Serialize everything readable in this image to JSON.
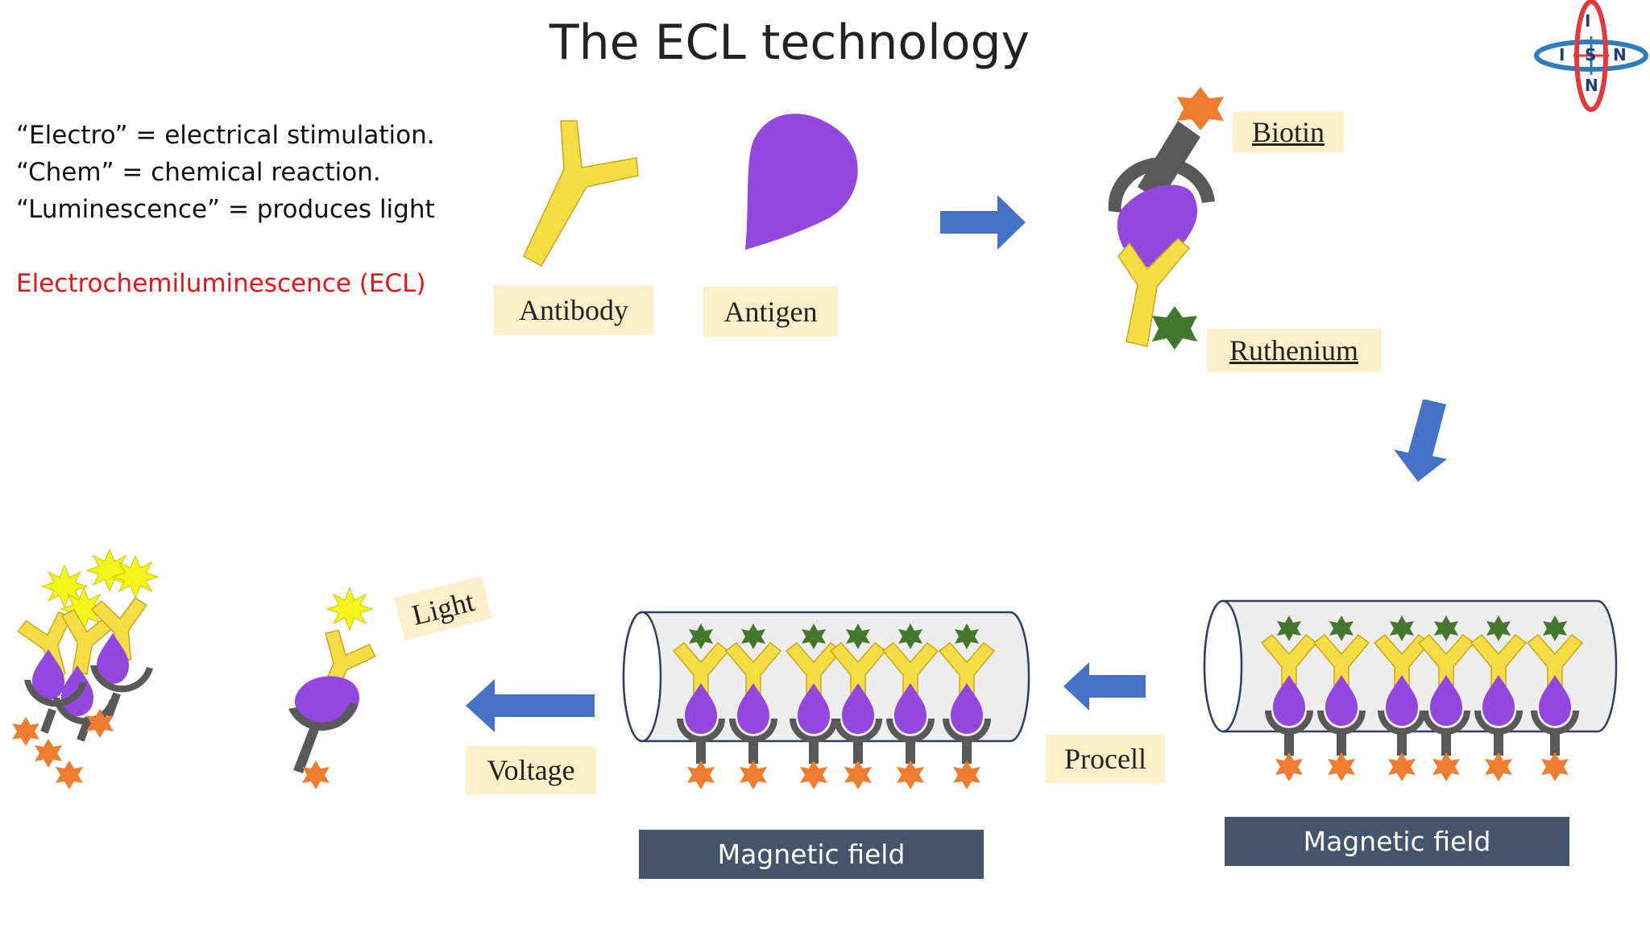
{
  "title": "The ECL technology",
  "logo": {
    "letters": [
      "I",
      "S",
      "N",
      "N"
    ],
    "accent_red": "#e03a3e",
    "accent_blue": "#2e7bbf"
  },
  "definitions": [
    "“Electro” = electrical stimulation.",
    "“Chem” = chemical reaction.",
    "“Luminescence” = produces light"
  ],
  "ecl_term": "Electrochemiluminescence (ECL)",
  "labels": {
    "antibody": "Antibody",
    "antigen": "Antigen",
    "biotin": "Biotin",
    "ruthenium": "Ruthenium",
    "procell": "Procell",
    "voltage": "Voltage",
    "light": "Light"
  },
  "magnetic_field_labels": [
    "Magnetic field",
    "Magnetic field"
  ],
  "colors": {
    "antibody_yellow": "#f6dc45",
    "antigen_purple": "#9447de",
    "biotin_orange": "#ef7c2f",
    "ruthenium_green": "#44772e",
    "arrow_blue": "#4472c4",
    "label_bg": "#fdf0c9",
    "magnetic_bar": "#44546a",
    "light_burst": "#f5f51a",
    "ecl_red": "#e8141b"
  }
}
